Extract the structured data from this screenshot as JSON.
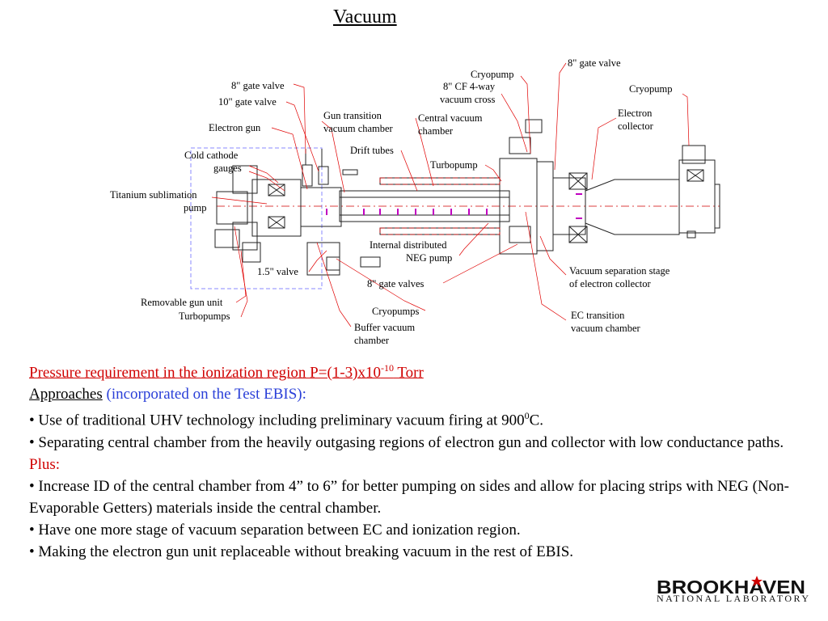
{
  "title": "Vacuum",
  "labels": {
    "gate8_top": "8\" gate valve",
    "cryopump_top": "Cryopump",
    "gate8_left": "8\" gate valve",
    "cf_cross_1": "8\" CF 4-way",
    "cf_cross_2": "vacuum cross",
    "cryopump_right": "Cryopump",
    "gate10": "10\" gate valve",
    "electron_collector_1": "Electron",
    "electron_collector_2": "collector",
    "electron_gun": "Electron gun",
    "gun_transition_1": "Gun transition",
    "gun_transition_2": "vacuum chamber",
    "central_chamber_1": "Central vacuum",
    "central_chamber_2": "chamber",
    "drift_tubes": "Drift tubes",
    "cold_cathode_1": "Cold cathode",
    "cold_cathode_2": "gauges",
    "turbopump": "Turbopump",
    "ti_sublimation_1": "Titanium sublimation",
    "ti_sublimation_2": "pump",
    "neg_pump_1": "Internal distributed",
    "neg_pump_2": "NEG pump",
    "valve15": "1.5\" valve",
    "vac_sep_1": "Vacuum separation stage",
    "vac_sep_2": "of electron collector",
    "gate8_valves": "8\" gate valves",
    "removable_gun": "Removable gun unit",
    "turbopumps": "Turbopumps",
    "cryopumps": "Cryopumps",
    "ec_transition_1": "EC transition",
    "ec_transition_2": "vacuum chamber",
    "buffer_chamber_1": "Buffer vacuum",
    "buffer_chamber_2": "chamber"
  },
  "text": {
    "pressure_main": "Pressure requirement in the ionization region P=(1-3)x10",
    "pressure_exp": "-10",
    "pressure_unit": " Torr",
    "approaches": "Approaches",
    "approaches_note": " (incorporated on the Test EBIS):",
    "bullet1_a": "• Use of traditional UHV technology including preliminary vacuum firing at 900",
    "bullet1_sup": "0",
    "bullet1_b": "C.",
    "bullet2": "• Separating central chamber from the heavily outgasing regions of electron gun and collector with low conductance paths.",
    "plus": "Plus:",
    "bullet3": "• Increase ID of the central chamber from 4” to 6” for better pumping on sides and allow for placing strips with NEG (Non-Evaporable Getters) materials inside the central chamber.",
    "bullet4": "• Have one more stage of vacuum separation between EC and ionization region.",
    "bullet5": "• Making the electron gun unit replaceable without breaking vacuum in the rest of EBIS."
  },
  "logo": {
    "name": "BROOKHAVEN",
    "sub": "NATIONAL LABORATORY"
  },
  "colors": {
    "leader": "#e00000",
    "text_red": "#d00000",
    "text_blue": "#2a3fd8",
    "neg_strip": "#c000c0"
  }
}
